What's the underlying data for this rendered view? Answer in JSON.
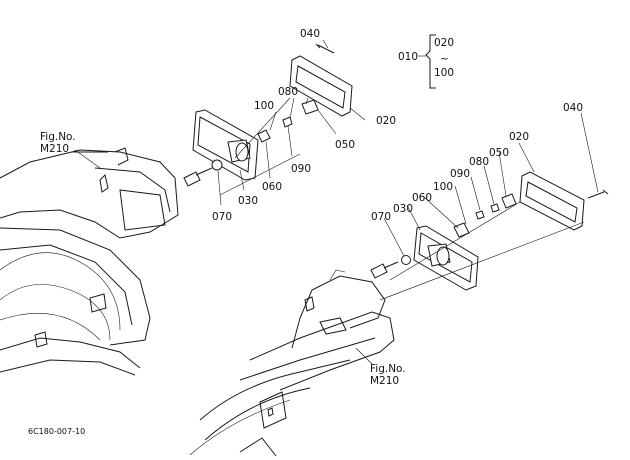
{
  "part_numbers": {
    "p010": "010",
    "p020": "020",
    "p030": "030",
    "p040": "040",
    "p050": "050",
    "p060": "060",
    "p070": "070",
    "p080": "080",
    "p090": "090",
    "p100": "100"
  },
  "range_mark": "~",
  "figure_ref": {
    "label": "Fig.No.",
    "number": "M210"
  },
  "drawing_code": "6C180-007-10"
}
